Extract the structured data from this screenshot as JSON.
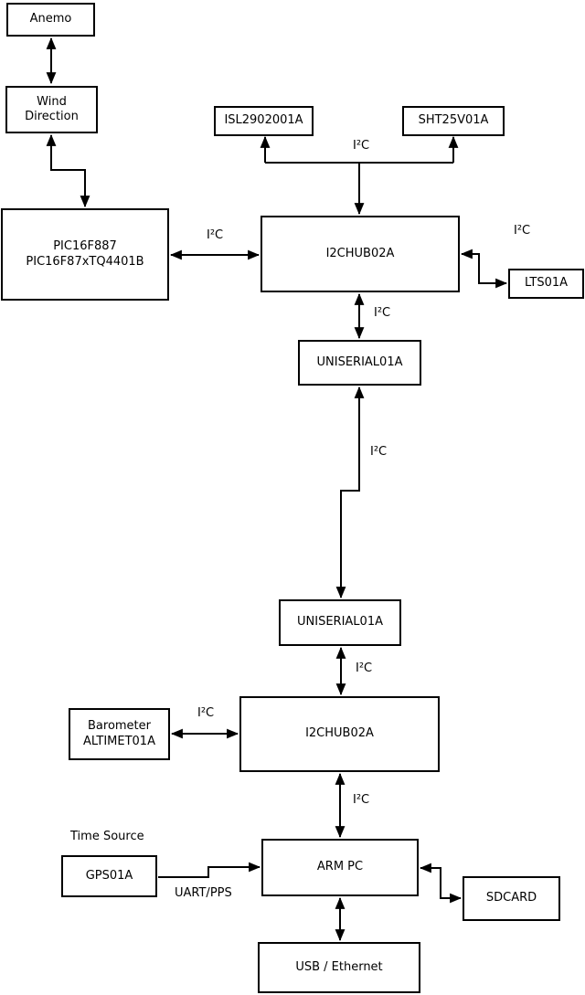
{
  "diagram": {
    "colors": {
      "line": "#000000",
      "box_border": "#000000",
      "box_fill": "#ffffff",
      "background": "#ffffff",
      "text": "#000000"
    },
    "nodes": {
      "anemo": {
        "label": "Anemo"
      },
      "wind": {
        "label": "Wind\nDirection"
      },
      "pic": {
        "label": "PIC16F887\nPIC16F87xTQ4401B"
      },
      "isl": {
        "label": "ISL2902001A"
      },
      "sht": {
        "label": "SHT25V01A"
      },
      "hub1": {
        "label": "I2CHUB02A"
      },
      "lts": {
        "label": "LTS01A"
      },
      "uniserial1": {
        "label": "UNISERIAL01A"
      },
      "uniserial2": {
        "label": "UNISERIAL01A"
      },
      "hub2": {
        "label": "I2CHUB02A"
      },
      "barometer": {
        "label": "Barometer\nALTIMET01A"
      },
      "gps": {
        "label": "GPS01A"
      },
      "armpc": {
        "label": "ARM PC"
      },
      "sdcard": {
        "label": "SDCARD"
      },
      "usb_ethernet": {
        "label": "USB / Ethernet"
      }
    },
    "labels": {
      "i2c": "I²C",
      "uart_pps": "UART/PPS",
      "time_source": "Time Source"
    }
  }
}
